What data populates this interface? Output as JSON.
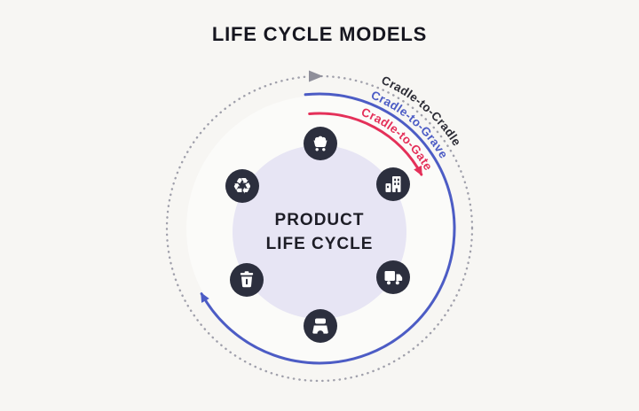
{
  "title": "LIFE CYCLE MODELS",
  "center_label": {
    "line1": "PRODUCT",
    "line2": "LIFE CYCLE"
  },
  "models": [
    {
      "label": "Cradle-to-Cradle",
      "line_style": "dotted",
      "color": "#2c2c35"
    },
    {
      "label": "Cradle-to-Grave",
      "line_style": "solid",
      "color": "#4c5cc5"
    },
    {
      "label": "Cradle-to-Gate",
      "line_style": "solid",
      "color": "#e43059"
    }
  ],
  "cycle_stages": [
    {
      "icon": "mining-cart-icon",
      "position": "top"
    },
    {
      "icon": "factory-icon",
      "position": "upper-right"
    },
    {
      "icon": "truck-icon",
      "position": "lower-right"
    },
    {
      "icon": "shopping-bag-icon",
      "position": "bottom",
      "glyph": ""
    },
    {
      "icon": "trash-icon",
      "position": "lower-left"
    },
    {
      "icon": "recycle-icon",
      "position": "upper-left",
      "glyph": "♻"
    }
  ],
  "colors": {
    "background": "#f7f6f3",
    "inner_glow": "#ffffff",
    "center_circle": "#e7e5f4",
    "stage_circle": "#2c2f3e",
    "dotted_ring": "#a0a0ab",
    "ring_arrow": "#8f8f9a",
    "grave_arc": "#4c5cc5",
    "gate_arc": "#e43059",
    "title_text": "#16161f"
  }
}
